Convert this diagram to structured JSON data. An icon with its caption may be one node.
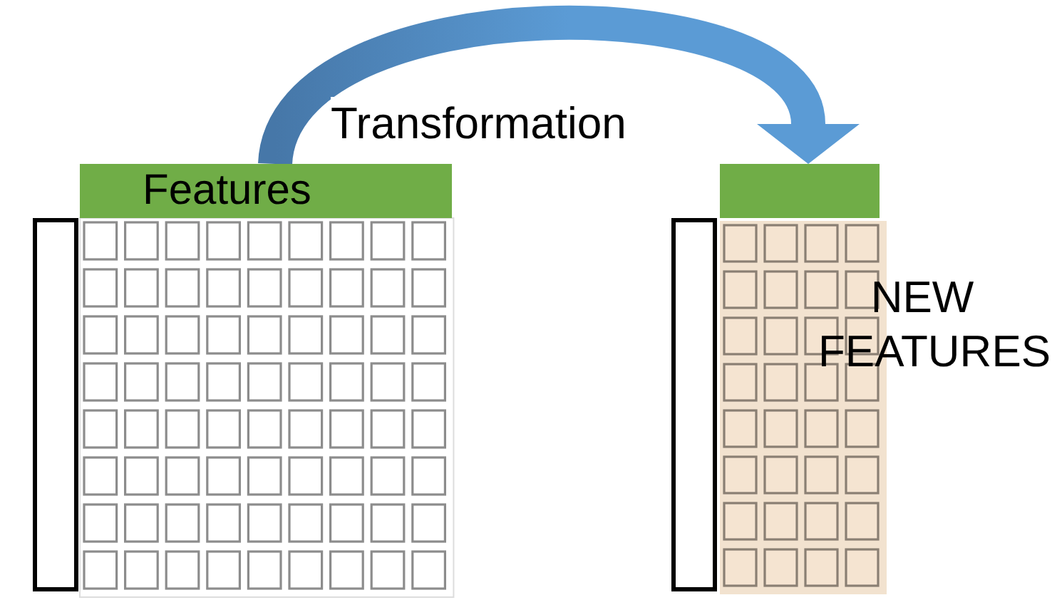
{
  "diagram": {
    "nodes": [
      {
        "text": [
          "Features"
        ]
      },
      {
        "text": [],
        "shape": "bar"
      },
      {
        "text": [],
        "shape": "box"
      },
      {
        "text": [],
        "shape": "box"
      }
    ],
    "edges": [
      {
        "from": 0,
        "to": 1,
        "arrow": "to",
        "label": "Transformation",
        "style": "thick"
      }
    ],
    "labels": [
      "NEW FEATURES"
    ]
  }
}
